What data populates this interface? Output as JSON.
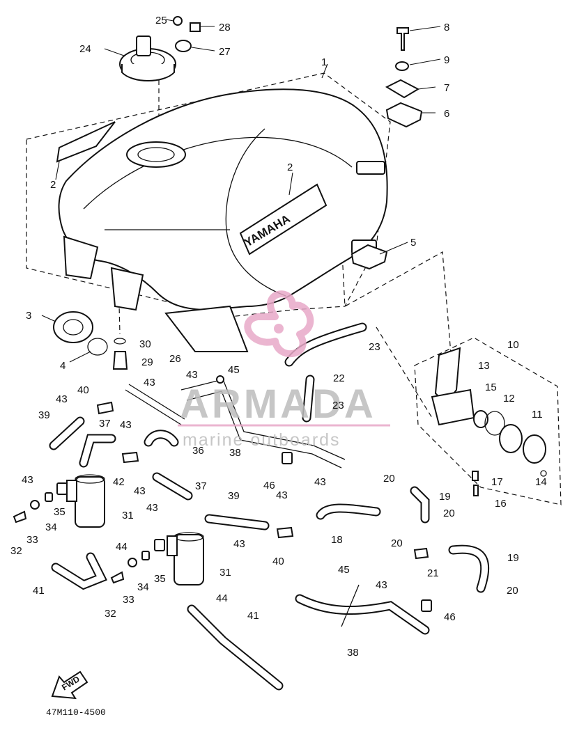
{
  "diagram": {
    "drawing_code": "47M110-4500",
    "tank_emblem": "YAMAHA",
    "direction_mark": "FWD",
    "watermark": {
      "brand": "ARMADA",
      "tagline": "marine outboards"
    },
    "callouts": [
      {
        "n": "1"
      },
      {
        "n": "2"
      },
      {
        "n": "2"
      },
      {
        "n": "3"
      },
      {
        "n": "4"
      },
      {
        "n": "5"
      },
      {
        "n": "6"
      },
      {
        "n": "7"
      },
      {
        "n": "8"
      },
      {
        "n": "9"
      },
      {
        "n": "10"
      },
      {
        "n": "11"
      },
      {
        "n": "12"
      },
      {
        "n": "13"
      },
      {
        "n": "14"
      },
      {
        "n": "15"
      },
      {
        "n": "16"
      },
      {
        "n": "17"
      },
      {
        "n": "18"
      },
      {
        "n": "19"
      },
      {
        "n": "19"
      },
      {
        "n": "20"
      },
      {
        "n": "20"
      },
      {
        "n": "20"
      },
      {
        "n": "20"
      },
      {
        "n": "21"
      },
      {
        "n": "22"
      },
      {
        "n": "23"
      },
      {
        "n": "23"
      },
      {
        "n": "24"
      },
      {
        "n": "25"
      },
      {
        "n": "26"
      },
      {
        "n": "27"
      },
      {
        "n": "28"
      },
      {
        "n": "29"
      },
      {
        "n": "30"
      },
      {
        "n": "31"
      },
      {
        "n": "31"
      },
      {
        "n": "32"
      },
      {
        "n": "32"
      },
      {
        "n": "33"
      },
      {
        "n": "33"
      },
      {
        "n": "34"
      },
      {
        "n": "34"
      },
      {
        "n": "35"
      },
      {
        "n": "35"
      },
      {
        "n": "36"
      },
      {
        "n": "37"
      },
      {
        "n": "37"
      },
      {
        "n": "38"
      },
      {
        "n": "38"
      },
      {
        "n": "39"
      },
      {
        "n": "39"
      },
      {
        "n": "40"
      },
      {
        "n": "40"
      },
      {
        "n": "41"
      },
      {
        "n": "41"
      },
      {
        "n": "42"
      },
      {
        "n": "43"
      },
      {
        "n": "43"
      },
      {
        "n": "43"
      },
      {
        "n": "43"
      },
      {
        "n": "43"
      },
      {
        "n": "43"
      },
      {
        "n": "43"
      },
      {
        "n": "43"
      },
      {
        "n": "43"
      },
      {
        "n": "43"
      },
      {
        "n": "43"
      },
      {
        "n": "44"
      },
      {
        "n": "44"
      },
      {
        "n": "45"
      },
      {
        "n": "45"
      },
      {
        "n": "46"
      },
      {
        "n": "46"
      }
    ]
  }
}
